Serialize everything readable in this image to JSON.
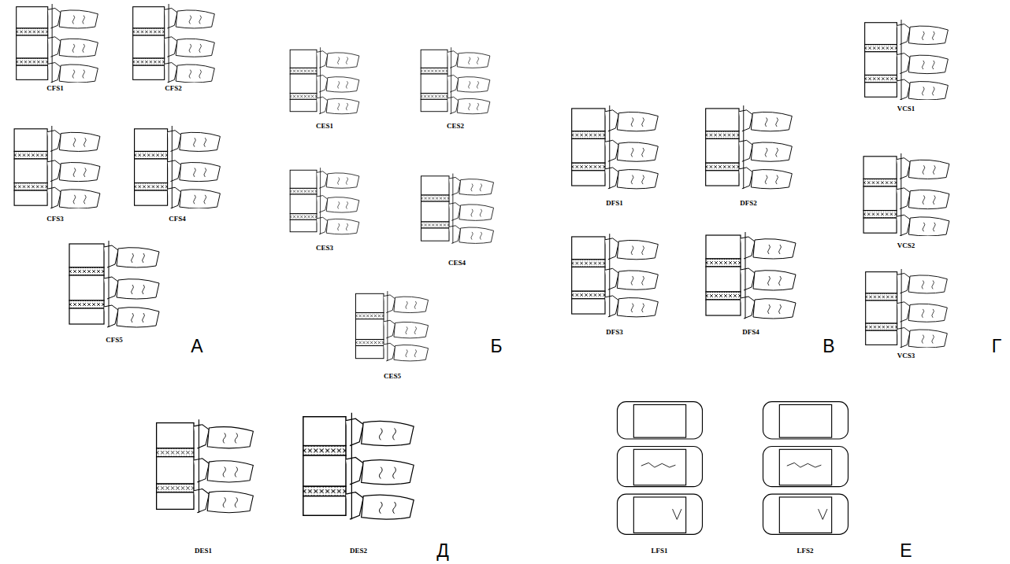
{
  "diagram": {
    "labels": [
      "CFS1",
      "CFS2",
      "CFS3",
      "CFS4",
      "CFS5",
      "А",
      "CES1",
      "CES2",
      "CES3",
      "CES4",
      "CES5",
      "Б",
      "DFS1",
      "DFS2",
      "DFS3",
      "DFS4",
      "В",
      "VCS1",
      "VCS2",
      "VCS3",
      "Г",
      "DES1",
      "DES2",
      "Д",
      "LFS1",
      "LFS2",
      "Е"
    ]
  }
}
